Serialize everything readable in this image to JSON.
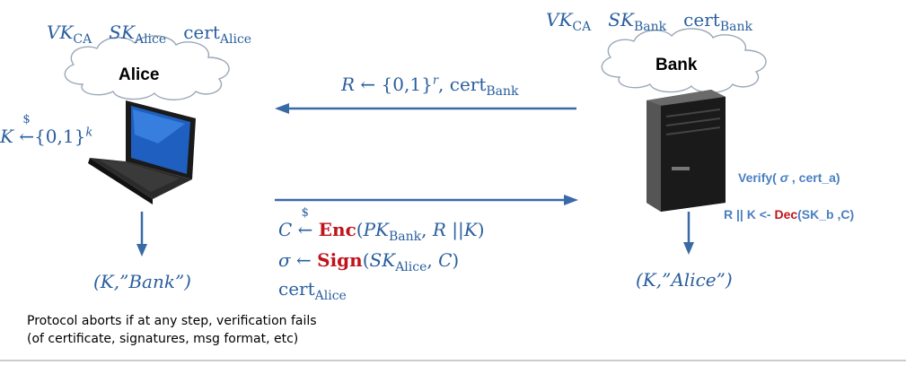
{
  "alice": {
    "label": "Alice",
    "keys": {
      "vk": "VK",
      "vk_sub": "CA",
      "sk": "SK",
      "sk_sub": "Alice",
      "cert": "cert",
      "cert_sub": "Alice"
    },
    "sample": {
      "var": "K",
      "set": "{0,1}",
      "exp": "k",
      "dollar": "$"
    },
    "output": "(K,”Bank”)"
  },
  "bank": {
    "label": "Bank",
    "keys": {
      "vk": "VK",
      "vk_sub": "CA",
      "sk": "SK",
      "sk_sub": "Bank",
      "cert": "cert",
      "cert_sub": "Bank"
    },
    "verify": {
      "prefix": "Verify( ",
      "sigma": "σ",
      "rest": " , cert_a)"
    },
    "decrypt": {
      "prefix": "R || K <- ",
      "dec": "Dec",
      "rest": "(SK_b ,C)"
    },
    "output": "(K,”Alice”)"
  },
  "msg1": {
    "var": "R",
    "set": "{0,1}",
    "exp": "r",
    "cert": "cert",
    "cert_sub": "Bank"
  },
  "msg2": {
    "c_var": "C",
    "dollar": "$",
    "enc": "Enc",
    "enc_arg1": "PK",
    "enc_arg1_sub": "Bank",
    "enc_arg2": "R ||K",
    "sig_var": "σ",
    "sign": "Sign",
    "sign_arg1": "SK",
    "sign_arg1_sub": "Alice",
    "sign_arg2": "C",
    "cert": "cert",
    "cert_sub": "Alice"
  },
  "footnote": {
    "line1": "Protocol aborts if at any step, verification fails",
    "line2": "(of certificate, signatures, msg format, etc)"
  },
  "colors": {
    "arrow": "#3a6aa6",
    "math": "#2a5f9e",
    "highlight": "#c0141c",
    "note_blue": "#4a7fc1"
  }
}
